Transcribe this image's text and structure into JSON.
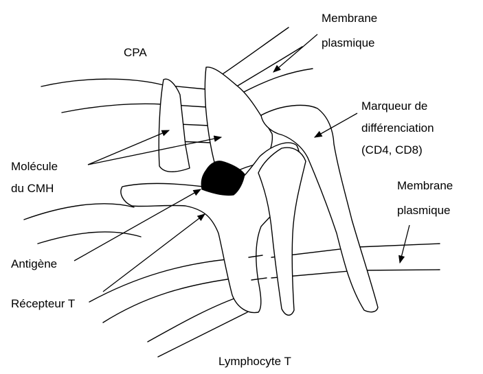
{
  "labels": {
    "cpa": "CPA",
    "membrane_top_line1": "Membrane",
    "membrane_top_line2": "plasmique",
    "marqueur_line1": "Marqueur de",
    "marqueur_line2": "différenciation",
    "marqueur_line3": "(CD4, CD8)",
    "molecule_line1": "Molécule",
    "molecule_line2": "du CMH",
    "membrane_right_line1": "Membrane",
    "membrane_right_line2": "plasmique",
    "antigene": "Antigène",
    "recepteur": "Récepteur T",
    "lymphocyte": "Lymphocyte T"
  },
  "colors": {
    "ink": "#000000",
    "background": "#ffffff",
    "antigen_fill": "#000000"
  }
}
